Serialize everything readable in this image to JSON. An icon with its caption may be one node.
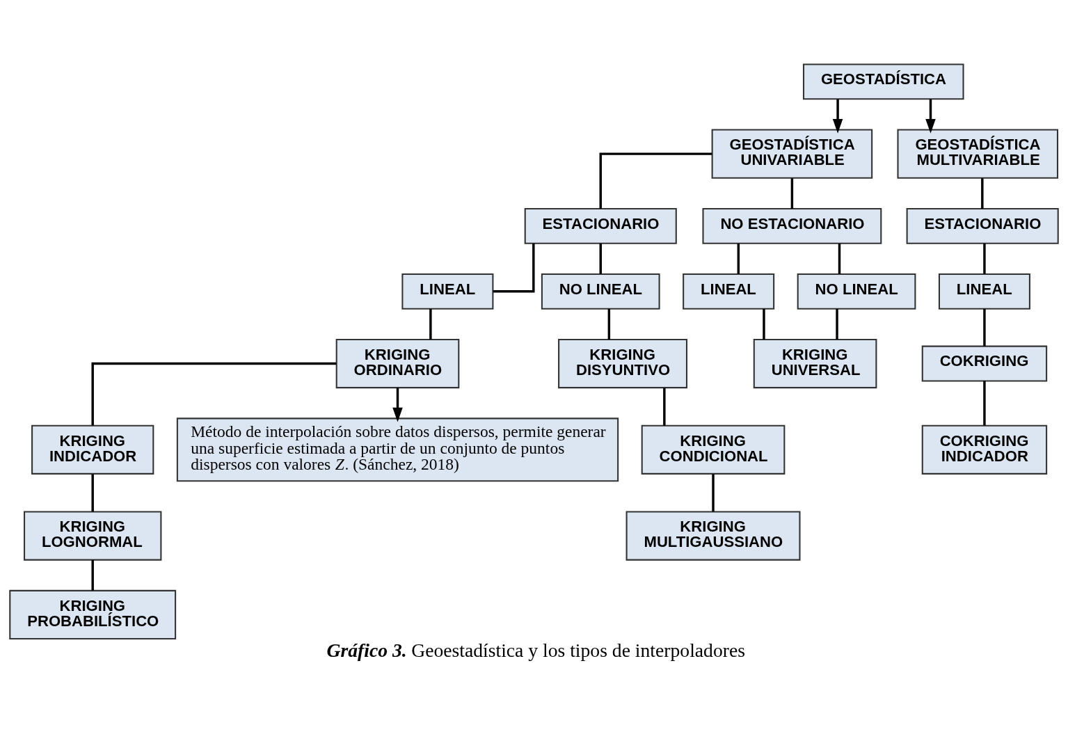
{
  "diagram": {
    "caption": "**Gráfico 3.** Geoestadística y los tipos de interpoladores",
    "nodes": [
      {
        "text": [
          "GEOSTADÍSTICA"
        ]
      },
      {
        "text": [
          "GEOSTADÍSTICA UNIVARIABLE"
        ]
      },
      {
        "text": [
          "GEOSTADÍSTICA MULTIVARIABLE"
        ]
      },
      {
        "text": [
          "ESTACIONARIO"
        ]
      },
      {
        "text": [
          "NO ESTACIONARIO"
        ]
      },
      {
        "text": [
          "ESTACIONARIO"
        ]
      },
      {
        "text": [
          "LINEAL"
        ]
      },
      {
        "text": [
          "NO LINEAL"
        ]
      },
      {
        "text": [
          "LINEAL"
        ]
      },
      {
        "text": [
          "NO LINEAL"
        ]
      },
      {
        "text": [
          "LINEAL"
        ]
      },
      {
        "text": [
          "KRIGING ORDINARIO"
        ]
      },
      {
        "text": [
          "KRIGING DISYUNTIVO"
        ]
      },
      {
        "text": [
          "KRIGING UNIVERSAL"
        ]
      },
      {
        "text": [
          "COKRIGING"
        ]
      },
      {
        "text": [
          "KRIGING INDICADOR"
        ]
      },
      {
        "text": [
          "KRIGING CONDICIONAL"
        ]
      },
      {
        "text": [
          "COKRIGING INDICADOR"
        ]
      },
      {
        "text": [
          "KRIGING LOGNORMAL"
        ]
      },
      {
        "text": [
          "KRIGING MULTIGAUSSIANO"
        ]
      },
      {
        "text": [
          "Método de interpolación sobre datos dispersos, permite generar una superficie estimada a partir de un conjunto de puntos dispersos con valores *Z*. (Sánchez, 2018)"
        ]
      },
      {
        "text": [
          "KRIGING PROBABILÍSTICO"
        ]
      }
    ],
    "edges": [
      {
        "from": 0,
        "to": 1,
        "arrow": "to"
      },
      {
        "from": 0,
        "to": 2,
        "arrow": "to"
      },
      {
        "from": 1,
        "to": 3,
        "arrow": "none"
      },
      {
        "from": 1,
        "to": 4,
        "arrow": "none"
      },
      {
        "from": 2,
        "to": 5,
        "arrow": "none"
      },
      {
        "from": 3,
        "to": 6,
        "arrow": "none"
      },
      {
        "from": 3,
        "to": 7,
        "arrow": "none"
      },
      {
        "from": 4,
        "to": 8,
        "arrow": "none"
      },
      {
        "from": 4,
        "to": 9,
        "arrow": "none"
      },
      {
        "from": 5,
        "to": 10,
        "arrow": "none"
      },
      {
        "from": 6,
        "to": 11,
        "arrow": "none"
      },
      {
        "from": 7,
        "to": 12,
        "arrow": "none"
      },
      {
        "from": 8,
        "to": 13,
        "arrow": "none"
      },
      {
        "from": 9,
        "to": 13,
        "arrow": "none"
      },
      {
        "from": 10,
        "to": 14,
        "arrow": "none"
      },
      {
        "from": 11,
        "to": 15,
        "arrow": "none"
      },
      {
        "from": 12,
        "to": 16,
        "arrow": "none"
      },
      {
        "from": 14,
        "to": 17,
        "arrow": "none"
      },
      {
        "from": 15,
        "to": 18,
        "arrow": "none"
      },
      {
        "from": 16,
        "to": 19,
        "arrow": "none"
      },
      {
        "from": 11,
        "to": 20,
        "arrow": "to"
      },
      {
        "from": 18,
        "to": 21,
        "arrow": "none"
      }
    ]
  }
}
